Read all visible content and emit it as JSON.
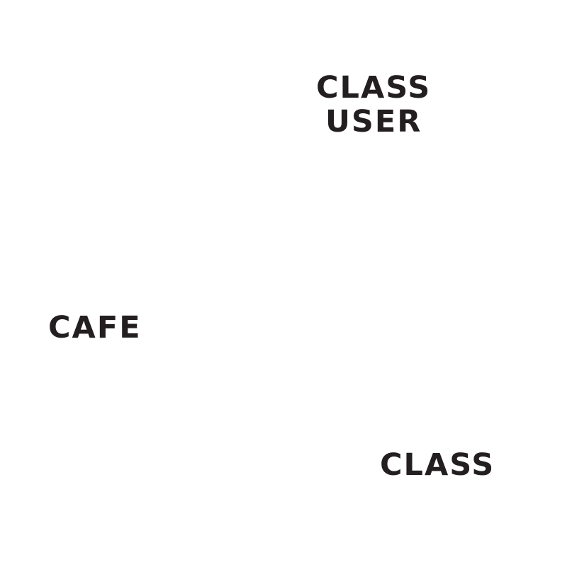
{
  "labels": {
    "class_user": {
      "line1": "CLASS",
      "line2": "USER"
    },
    "cafe": "CAFE",
    "class": "CLASS"
  },
  "colors": {
    "background": "#ffffff",
    "text": "#231f20"
  }
}
